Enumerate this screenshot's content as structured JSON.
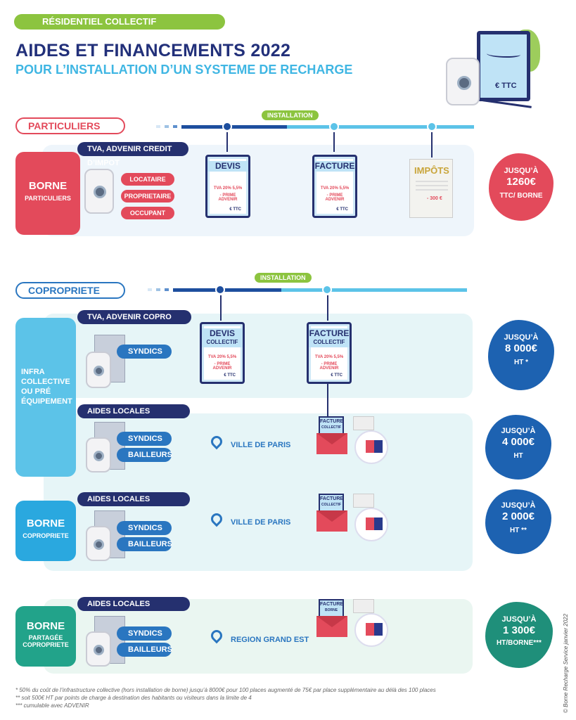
{
  "header": {
    "category": "RÉSIDENTIEL COLLECTIF",
    "title": "AIDES ET FINANCEMENTS 2022",
    "subtitle": "POUR L’INSTALLATION D’UN SYSTEME DE RECHARGE",
    "illustration_price": "€ TTC"
  },
  "timeline": {
    "install_label": "INSTALLATION"
  },
  "particuliers": {
    "tag": "PARTICULIERS",
    "aid_label": "TVA, ADVENIR CREDIT D’IMPOT",
    "side_title": "BORNE",
    "side_sub": "PARTICULIERS",
    "roles": [
      "LOCATAIRE",
      "PROPRIETAIRE",
      "OCCUPANT"
    ],
    "cards": [
      {
        "title": "DEVIS",
        "vat_old": "TVA 20%",
        "vat_new": "5,5%",
        "prime": "- PRIME ADVENIR",
        "ttc": "€ TTC"
      },
      {
        "title": "FACTURE",
        "vat_old": "TVA 20%",
        "vat_new": "5,5%",
        "prime": "- PRIME ADVENIR",
        "ttc": "€ TTC"
      }
    ],
    "tax_card": {
      "title": "IMPÔTS",
      "amount": "- 300 €"
    },
    "amount": {
      "line1": "JUSQU’À",
      "value": "1260€",
      "line3": "TTC/ BORNE"
    }
  },
  "copropriete": {
    "tag": "COPROPRIETE",
    "infra_label": "INFRA COLLECTIVE OU PRÉ ÉQUIPEMENT",
    "rows": [
      {
        "aid_label": "TVA, ADVENIR COPRO",
        "roles": [
          "SYNDICS"
        ],
        "cards": [
          {
            "title": "DEVIS",
            "sub": "COLLECTIF",
            "vat_old": "TVA 20%",
            "vat_new": "5,5%",
            "prime": "- PRIME ADVENIR",
            "ttc": "€ TTC"
          },
          {
            "title": "FACTURE",
            "sub": "COLLECTIF",
            "vat_old": "TVA 20%",
            "vat_new": "5,5%",
            "prime": "- PRIME ADVENIR",
            "ttc": "€ TTC"
          }
        ],
        "amount": {
          "line1": "JUSQU’À",
          "value": "8 000€",
          "line3": "HT *"
        }
      },
      {
        "aid_label": "AIDES LOCALES",
        "roles": [
          "SYNDICS",
          "BAILLEURS"
        ],
        "location": "VILLE DE PARIS",
        "env_doc": {
          "title": "FACTURE",
          "sub": "COLLECTIF"
        },
        "amount": {
          "line1": "JUSQU’À",
          "value": "4 000€",
          "line3": "HT"
        }
      },
      {
        "aid_label": "AIDES LOCALES",
        "roles": [
          "SYNDICS",
          "BAILLEURS"
        ],
        "location": "VILLE DE PARIS",
        "env_doc": {
          "title": "FACTURE",
          "sub": "COLLECTIF"
        },
        "side_title": "BORNE",
        "side_sub": "COPROPRIETE",
        "amount": {
          "line1": "JUSQU’À",
          "value": "2 000€",
          "line3": "HT **"
        }
      }
    ]
  },
  "partagee": {
    "aid_label": "AIDES LOCALES",
    "roles": [
      "SYNDICS",
      "BAILLEURS"
    ],
    "location": "REGION GRAND EST",
    "env_doc": {
      "title": "FACTURE",
      "sub": "BORNE"
    },
    "side_title": "BORNE",
    "side_sub1": "PARTAGÉE",
    "side_sub2": "COPROPRIETE",
    "amount": {
      "line1": "JUSQU’À",
      "value": "1 300€",
      "line3": "HT/BORNE***"
    }
  },
  "footnotes": [
    "* 50% du coût de l’infrastructure collective (hors installation de borne) jusqu’à 8000€ pour 100 places augmenté de 75€ par place supplémentaire au délà des 100 places",
    "** soit 500€ HT par points de charge à destination des habitants ou visiteurs dans la limite de 4",
    "*** cumulable avec ADVENIR"
  ],
  "copyright": "© Borne Recharge Service janvier 2022",
  "colors": {
    "navy": "#25306f",
    "red": "#e34a5b",
    "light_blue": "#5cc3e8",
    "blue": "#2a76c0",
    "green": "#8cc43f",
    "teal": "#22a38a"
  }
}
